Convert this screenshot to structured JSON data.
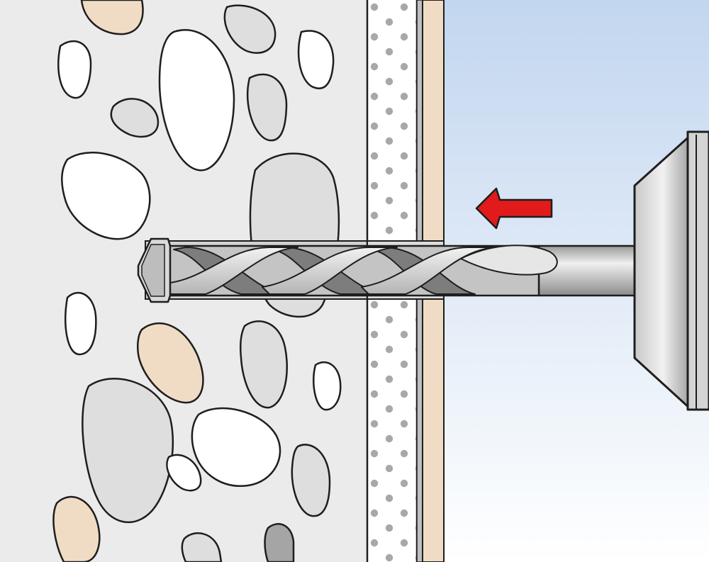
{
  "diagram": {
    "type": "technical-illustration",
    "labels": [],
    "components": [
      "concrete-wall",
      "insulation-layer",
      "plaster-layer",
      "drill-bit",
      "drill-chuck",
      "direction-arrow"
    ],
    "arrow_direction": "left"
  },
  "colors": {
    "concrete": "#ebebeb",
    "stone_white": "#ffffff",
    "stone_light_grey": "#dedede",
    "stone_grey": "#c8c8c8",
    "stone_dark_grey": "#a5a5a5",
    "stone_beige": "#f0dcc4",
    "outline": "#1e1e1e",
    "insulation": "#ffffff",
    "insulation_dots": "#a8a8a8",
    "plaster": "#f0dcc4",
    "sky_top": "#c2d6ef",
    "sky_bottom": "#ffffff",
    "arrow": "#e11b1b",
    "steel_light": "#e2e2e2",
    "steel_mid": "#bdbdbd",
    "steel_dark": "#7a7a7a"
  }
}
